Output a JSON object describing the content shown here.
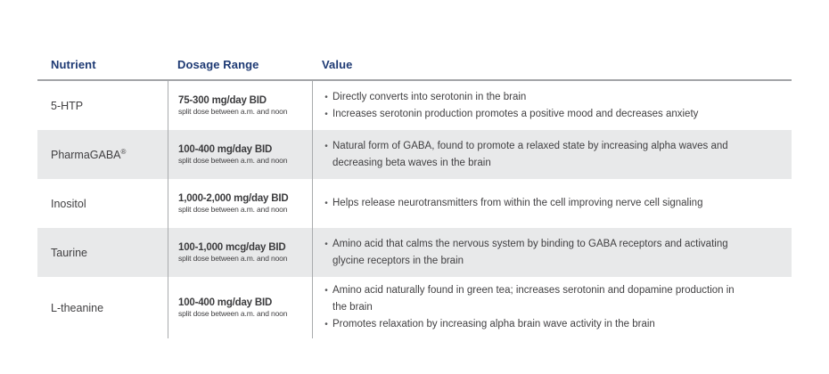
{
  "glyphs": {
    "bullet": "•"
  },
  "colors": {
    "header_text": "#1e3a74",
    "body_text": "#414042",
    "stripe": "#e8e9ea",
    "divider": "#a9abad",
    "header_rule": "#a2a4a7"
  },
  "table": {
    "headers": [
      "Nutrient",
      "Dosage Range",
      "Value"
    ],
    "rows": [
      {
        "nutrient": "5-HTP",
        "trademark": "",
        "dose": "75-300 mg/day BID",
        "dose_note": "split dose between a.m. and noon",
        "values": [
          "Directly converts into serotonin in the brain",
          "Increases serotonin production promotes a positive mood and decreases anxiety"
        ]
      },
      {
        "nutrient": "PharmaGABA",
        "trademark": "®",
        "dose": "100-400 mg/day BID",
        "dose_note": "split dose between a.m. and noon",
        "values": [
          "Natural form of GABA, found to promote a relaxed state by increasing alpha waves and decreasing beta waves in the brain"
        ]
      },
      {
        "nutrient": "Inositol",
        "trademark": "",
        "dose": "1,000-2,000 mg/day BID",
        "dose_note": "split dose between a.m. and noon",
        "values": [
          "Helps release neurotransmitters from within the cell improving nerve cell signaling"
        ]
      },
      {
        "nutrient": "Taurine",
        "trademark": "",
        "dose": "100-1,000 mcg/day BID",
        "dose_note": "split dose between a.m. and noon",
        "values": [
          "Amino acid that calms the nervous system by binding to GABA receptors and activating glycine receptors in the brain"
        ]
      },
      {
        "nutrient": "L-theanine",
        "trademark": "",
        "dose": "100-400 mg/day BID",
        "dose_note": "split dose between a.m. and noon",
        "values": [
          "Amino acid naturally found in green tea; increases serotonin and dopamine production in the brain",
          "Promotes relaxation by increasing alpha brain wave activity in the brain"
        ]
      }
    ]
  }
}
